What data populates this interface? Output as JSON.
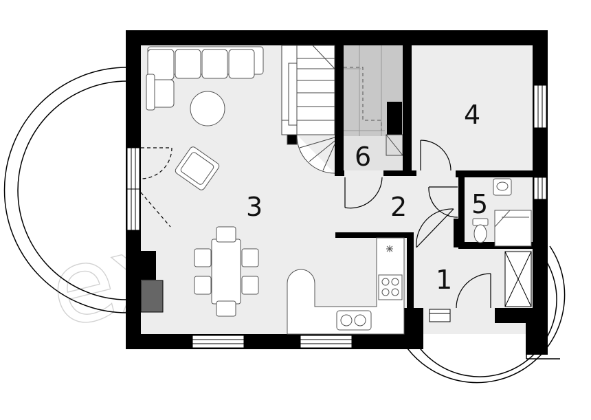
{
  "plan": {
    "watermark": "extradom",
    "colors": {
      "wall": "#000000",
      "floor": "#ededed",
      "staircase_gray": "#c8c8c8",
      "terrace_line": "#000000",
      "furniture": "#ffffff",
      "furniture_stroke": "#444444",
      "fireplace": "#555555"
    },
    "rooms": [
      {
        "id": "1",
        "label": "1"
      },
      {
        "id": "2",
        "label": "2"
      },
      {
        "id": "3",
        "label": "3"
      },
      {
        "id": "4",
        "label": "4"
      },
      {
        "id": "5",
        "label": "5"
      },
      {
        "id": "6",
        "label": "6"
      }
    ],
    "icons": [
      "sofa-icon",
      "armchair-icon",
      "coffee-table-icon",
      "dining-table-icon",
      "staircase-icon",
      "kitchen-stove-icon",
      "kitchen-sink-icon",
      "toilet-icon",
      "shower-icon",
      "washbasin-icon",
      "fireplace-icon",
      "door-icon",
      "window-icon"
    ]
  }
}
